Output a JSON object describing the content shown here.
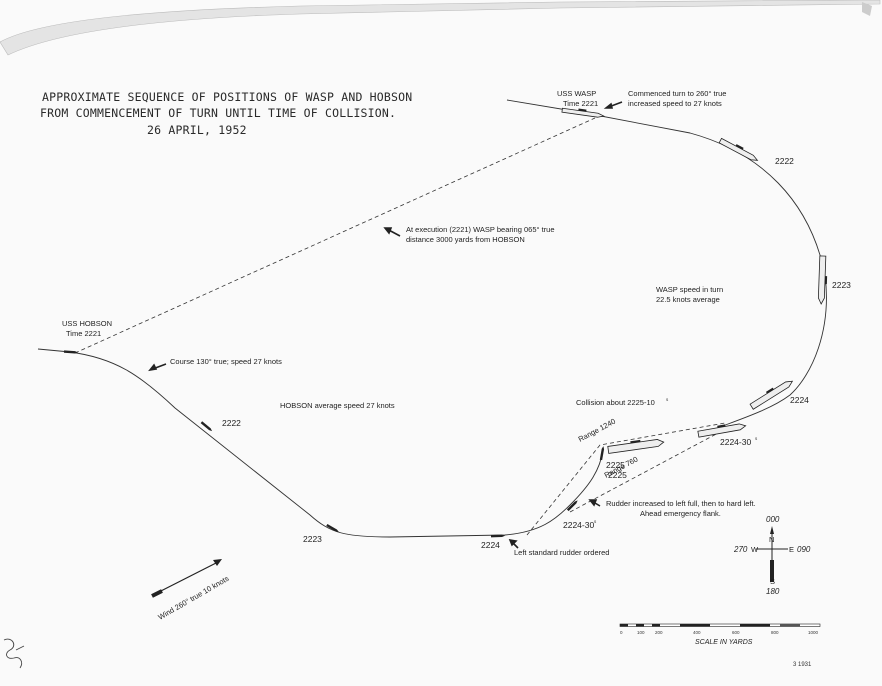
{
  "title": {
    "line1": "APPROXIMATE SEQUENCE OF POSITIONS OF WASP AND HOBSON",
    "line2": "FROM COMMENCEMENT OF TURN UNTIL TIME OF COLLISION.",
    "line3": "26 APRIL, 1952"
  },
  "wasp": {
    "name": "USS WASP",
    "start_time": "Time 2221",
    "turn_note_1": "Commenced turn to 260° true",
    "turn_note_2": "increased speed to 27 knots",
    "times": [
      "2222",
      "2223",
      "2224",
      "2224-30",
      "2225"
    ],
    "speed_note_1": "WASP speed in turn",
    "speed_note_2": "22.5 knots average"
  },
  "hobson": {
    "name": "USS HOBSON",
    "start_time": "Time 2221",
    "course_note": "Course 130° true; speed 27 knots",
    "speed_note": "HOBSON average speed 27 knots",
    "times": [
      "2222",
      "2223",
      "2224",
      "2224-30",
      "2225"
    ],
    "rudder_note": "Left standard rudder ordered",
    "rudder_full_1": "Rudder increased to left full, then to hard left.",
    "rudder_full_2": "Ahead emergency flank."
  },
  "notes": {
    "execution_1": "At execution (2221) WASP bearing 065° true",
    "execution_2": "distance 3000 yards from HOBSON",
    "collision": "Collision about 2225-10",
    "superscript": "s",
    "range_1": "Range 1240",
    "range_2": "Range 760",
    "wind": "Wind 260° true 10 knots"
  },
  "compass": {
    "n": "N",
    "n_deg": "000",
    "s": "S",
    "s_deg": "180",
    "e": "E",
    "e_deg": "090",
    "w": "W",
    "w_deg": "270"
  },
  "scale": {
    "label": "SCALE IN YARDS",
    "ticks": [
      "0",
      "100",
      "200",
      "400",
      "600",
      "800",
      "1000"
    ]
  },
  "stamp": "3 1931",
  "colors": {
    "ink": "#222222",
    "paper": "#fafafa"
  }
}
